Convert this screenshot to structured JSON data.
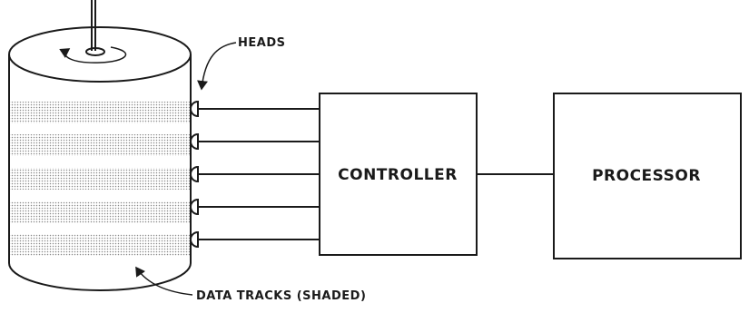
{
  "labels": {
    "heads": "HEADS",
    "controller": "CONTROLLER",
    "processor": "PROCESSOR",
    "data_tracks": "DATA TRACKS (SHADED)"
  },
  "colors": {
    "ink": "#1a1a1a",
    "background": "#ffffff",
    "track_shading": "#9a9a9a"
  },
  "components": {
    "disk": "rotating disk drum",
    "head_count": 5
  }
}
